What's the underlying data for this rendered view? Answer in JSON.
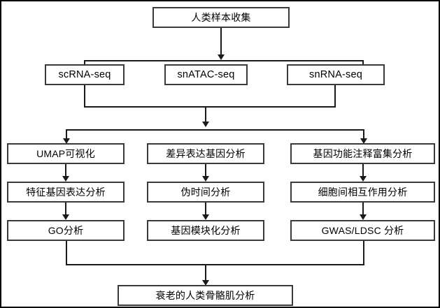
{
  "diagram": {
    "title": "Single-cell human skeletal muscle aging analysis workflow",
    "orientation": "top-down",
    "colors": {
      "background": "#ffffff",
      "box_border": "#3a3a3a",
      "connector": "#1a1a1a",
      "text": "#000000",
      "frame": "#000000"
    },
    "nodes": {
      "root": "人类样本收集",
      "assay_left": "scRNA-seq",
      "assay_center": "snATAC-seq",
      "assay_right": "snRNA-seq",
      "col1_row1": "UMAP可视化",
      "col1_row2": "特征基因表达分析",
      "col1_row3": "GO分析",
      "col2_row1": "差异表达基因分析",
      "col2_row2": "伪时间分析",
      "col2_row3": "基因模块化分析",
      "col3_row1": "基因功能注释富集分析",
      "col3_row2": "细胞间相互作用分析",
      "col3_row3": "GWAS/LDSC 分析",
      "terminal": "衰老的人类骨骼肌分析"
    },
    "edges": [
      {
        "from": "root",
        "to": "assay_bus",
        "style": "arrow-down"
      },
      {
        "from": "assay_left",
        "to": "merge_bus_top",
        "style": "elbow"
      },
      {
        "from": "assay_right",
        "to": "merge_bus_top",
        "style": "elbow"
      },
      {
        "from": "merge_bus_top",
        "to": "split_bus",
        "style": "arrow-down"
      },
      {
        "from": "split_bus",
        "to": "col1_row1",
        "style": "arrow-down"
      },
      {
        "from": "split_bus",
        "to": "col3_row1",
        "style": "arrow-down"
      },
      {
        "from": "col1_row1",
        "to": "col1_row2",
        "style": "arrow-down"
      },
      {
        "from": "col1_row2",
        "to": "col1_row3",
        "style": "arrow-down"
      },
      {
        "from": "col2_row1",
        "to": "col2_row2",
        "style": "arrow-down"
      },
      {
        "from": "col2_row2",
        "to": "col2_row3",
        "style": "arrow-down"
      },
      {
        "from": "col3_row1",
        "to": "col3_row2",
        "style": "arrow-down"
      },
      {
        "from": "col3_row2",
        "to": "col3_row3",
        "style": "arrow-down"
      },
      {
        "from": "col1_row3",
        "to": "merge_bus_bottom",
        "style": "elbow"
      },
      {
        "from": "col3_row3",
        "to": "merge_bus_bottom",
        "style": "elbow"
      },
      {
        "from": "merge_bus_bottom",
        "to": "terminal",
        "style": "arrow-down"
      }
    ]
  }
}
